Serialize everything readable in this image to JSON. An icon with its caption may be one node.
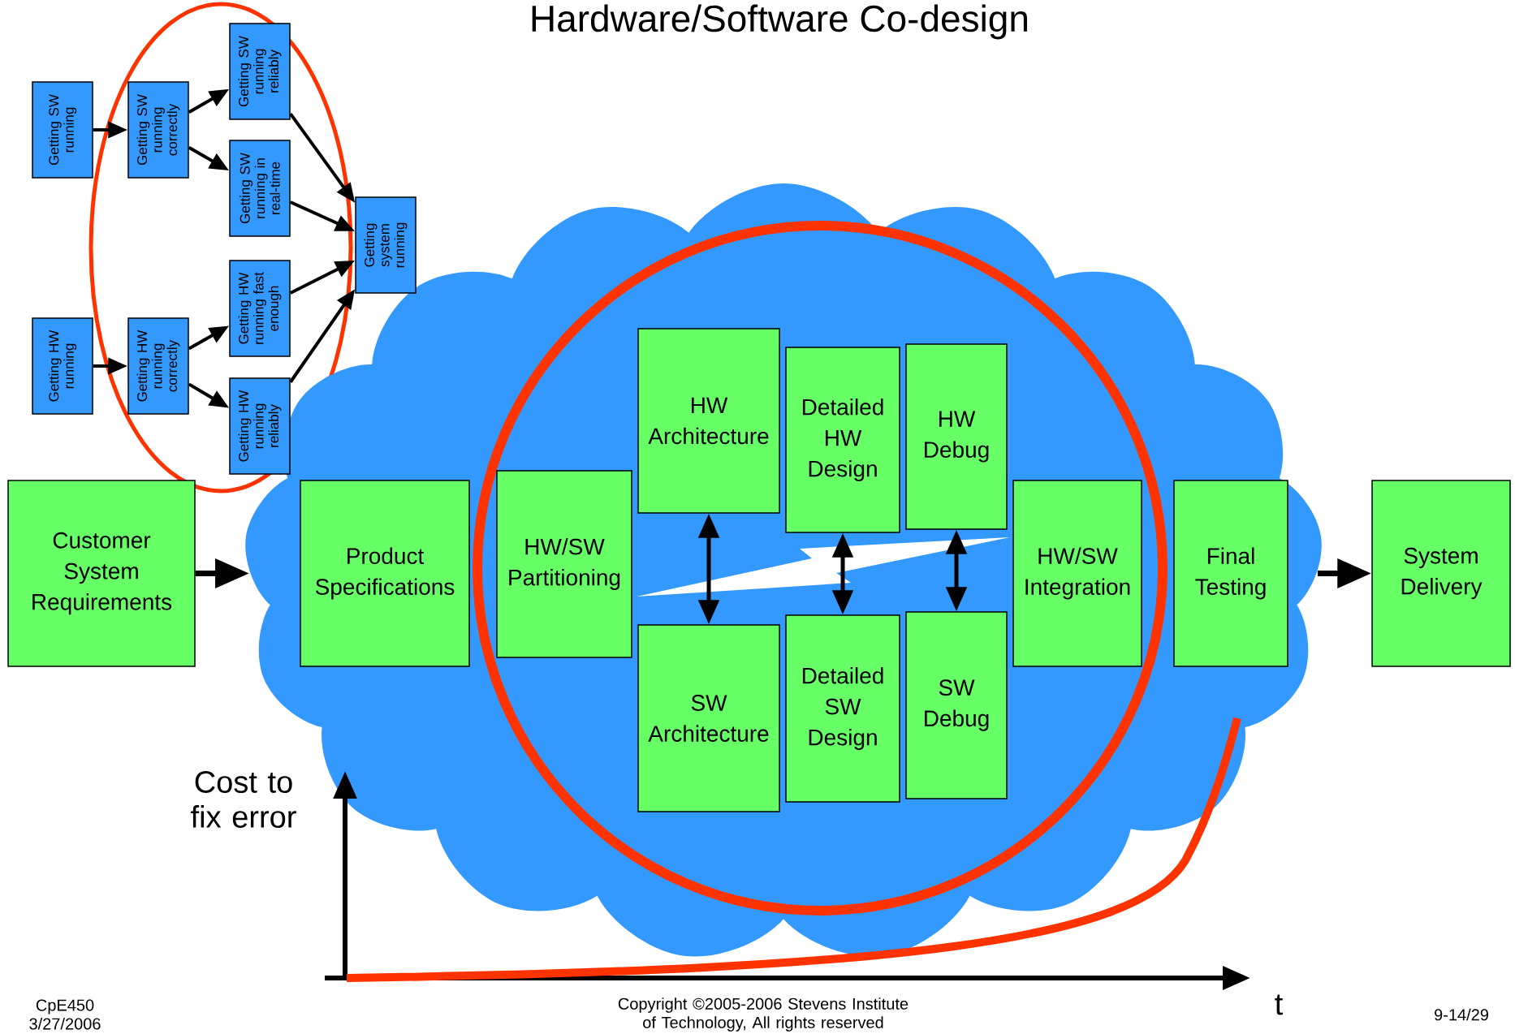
{
  "diagram": {
    "title": "Hardware/Software Co-design",
    "nodes": [
      {
        "text": [
          "Getting SW running"
        ]
      },
      {
        "text": [
          "Getting SW running correctly"
        ]
      },
      {
        "text": [
          "Getting SW running reliably"
        ]
      },
      {
        "text": [
          "Getting SW running in real-time"
        ]
      },
      {
        "text": [
          "Getting system running"
        ]
      },
      {
        "text": [
          "Getting HW running"
        ]
      },
      {
        "text": [
          "Getting HW running correctly"
        ]
      },
      {
        "text": [
          "Getting HW running fast enough"
        ]
      },
      {
        "text": [
          "Getting HW running reliably"
        ]
      },
      {
        "text": [
          "Customer System Requirements"
        ]
      },
      {
        "text": [],
        "shape": "cloud"
      },
      {
        "text": [
          "Product Specifications"
        ],
        "in": 10
      },
      {
        "text": [
          "HW/SW Partitioning"
        ],
        "in": 10
      },
      {
        "text": [
          "HW Architecture"
        ],
        "in": 10
      },
      {
        "text": [
          "Detailed HW Design"
        ],
        "in": 10
      },
      {
        "text": [
          "HW Debug"
        ],
        "in": 10
      },
      {
        "text": [
          "SW Architecture"
        ],
        "in": 10
      },
      {
        "text": [
          "Detailed SW Design"
        ],
        "in": 10
      },
      {
        "text": [
          "SW Debug"
        ],
        "in": 10
      },
      {
        "text": [
          "HW/SW Integration"
        ],
        "in": 10
      },
      {
        "text": [
          "Final Testing"
        ],
        "in": 10
      },
      {
        "text": [
          "System Delivery"
        ]
      }
    ],
    "edges": [
      {
        "from": 0,
        "to": 1,
        "arrow": "to"
      },
      {
        "from": 1,
        "to": 2,
        "arrow": "to"
      },
      {
        "from": 1,
        "to": 3,
        "arrow": "to"
      },
      {
        "from": 2,
        "to": 4,
        "arrow": "to"
      },
      {
        "from": 3,
        "to": 4,
        "arrow": "to"
      },
      {
        "from": 5,
        "to": 6,
        "arrow": "to"
      },
      {
        "from": 6,
        "to": 7,
        "arrow": "to"
      },
      {
        "from": 6,
        "to": 8,
        "arrow": "to"
      },
      {
        "from": 7,
        "to": 4,
        "arrow": "to"
      },
      {
        "from": 8,
        "to": 4,
        "arrow": "to"
      },
      {
        "from": 9,
        "to": 10,
        "arrow": "to"
      },
      {
        "from": 10,
        "to": 21,
        "arrow": "to"
      },
      {
        "from": 13,
        "to": 16,
        "arrow": "both"
      },
      {
        "from": 14,
        "to": 17,
        "arrow": "both"
      },
      {
        "from": 15,
        "to": 18,
        "arrow": "both"
      }
    ],
    "labels": [
      "Cost to fix error",
      "t",
      "CpE450 3/27/2006",
      "Copyright ©2005-2006 Stevens Institute of Technology, All rights reserved",
      "9-14/29"
    ]
  }
}
